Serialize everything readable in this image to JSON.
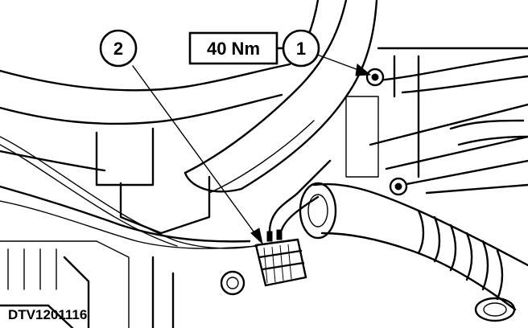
{
  "callouts": [
    {
      "id": "callout-1",
      "label": "1"
    },
    {
      "id": "callout-2",
      "label": "2"
    }
  ],
  "torque_spec": "40 Nm",
  "reference_code": "DTV1201116"
}
